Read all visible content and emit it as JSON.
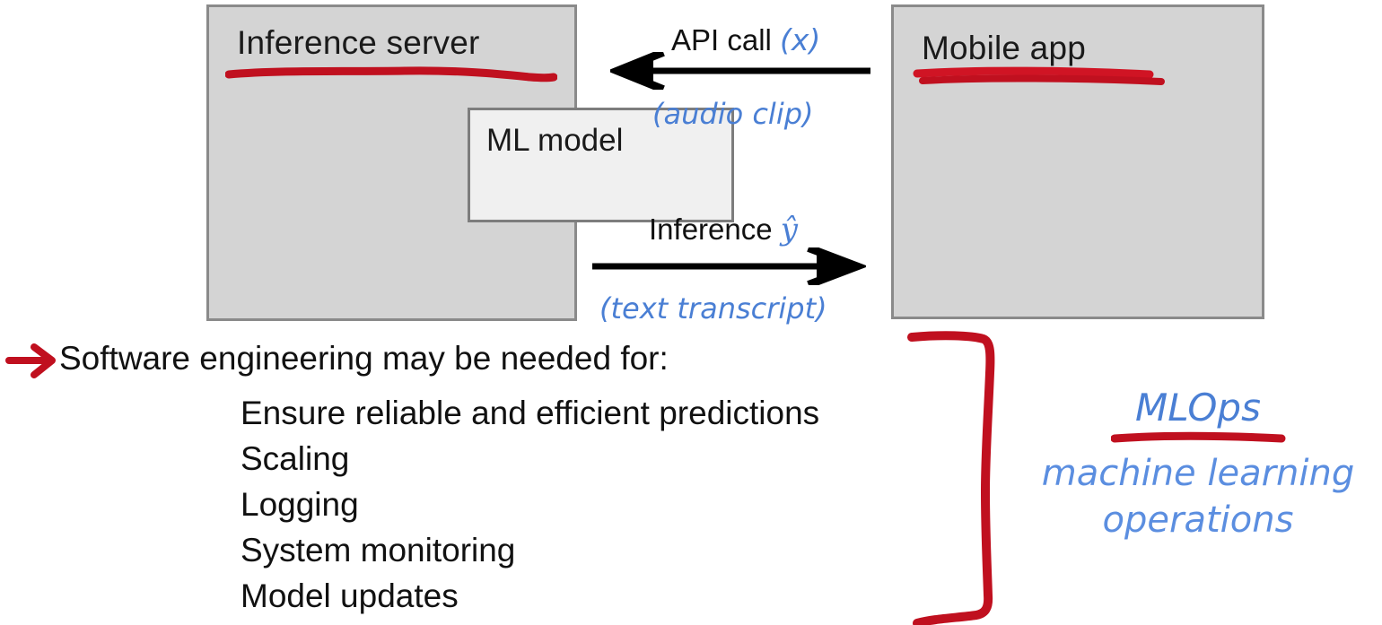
{
  "colors": {
    "box_fill": "#d4d4d4",
    "box_border": "#8a8a8a",
    "inner_box_fill": "#f0f0f0",
    "annotation_red": "#c0101f",
    "annotation_blue": "#4a7fd4",
    "text_black": "#111111",
    "background": "#ffffff"
  },
  "diagram": {
    "inference_server": {
      "title": "Inference server",
      "inner_component": "ML model",
      "underline_annotation": "red-underline"
    },
    "mobile_app": {
      "title": "Mobile app",
      "underline_annotation": "red-double-underline"
    },
    "arrows": [
      {
        "id": "request",
        "direction": "right-to-left",
        "label_above": "API call",
        "label_above_symbol": "(x)",
        "label_below": "(audio clip)"
      },
      {
        "id": "response",
        "direction": "left-to-right",
        "label_above": "Inference",
        "label_above_symbol": "ŷ",
        "label_below": "(text transcript)"
      }
    ]
  },
  "bullets": {
    "marker": "red-arrow-icon",
    "heading": "Software engineering may be needed for:",
    "items": [
      "Ensure reliable and efficient predictions",
      "Scaling",
      "Logging",
      "System monitoring",
      "Model updates"
    ]
  },
  "annotation": {
    "brace": "red-hand-drawn-brace",
    "title": "MLOps",
    "title_underline": "red-underline",
    "expansion_line_1": "machine learning",
    "expansion_line_2": "operations"
  }
}
